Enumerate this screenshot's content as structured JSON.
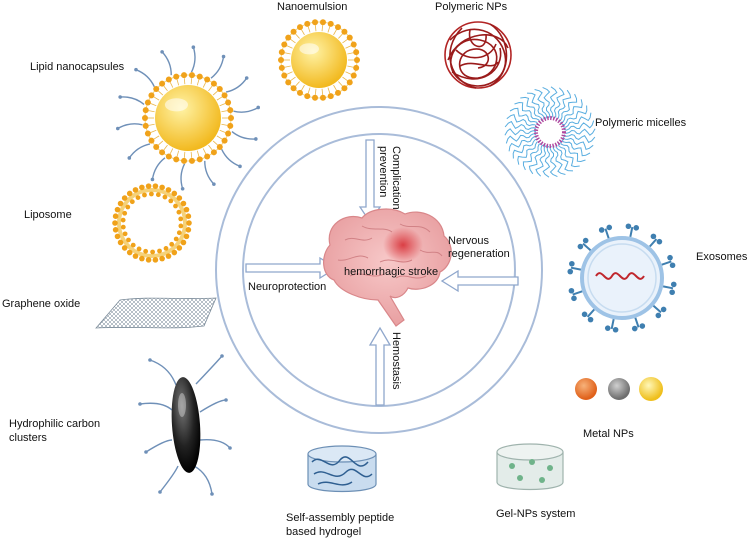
{
  "colors": {
    "ring": "#a9bcd9",
    "ring_fill": "#eef3fa",
    "lipid_head": "#f0a21a",
    "lipid_core": "#f7c934",
    "tail": "#6f90b8",
    "polymer": "#9a1b1b",
    "micelle_blue": "#5aaee0",
    "micelle_pink": "#b0479e",
    "brain": "#f1b6b6",
    "lesion": "#d9383e",
    "graphene": "#7c8c9a",
    "hydrogel": "#6c8fb5",
    "metal_orange": "#e8711f",
    "metal_grey": "#8a8a8a",
    "metal_gold": "#f3c525"
  },
  "center": {
    "stroke": "hemorrhagic stroke",
    "complication": "Complication prevention",
    "nervous": "Nervous regeneration",
    "neuroprotection": "Neuroprotection",
    "hemostasis": "Hemostasis"
  },
  "nanocarriers": {
    "nanoemulsion": "Nanoemulsion",
    "polymeric_nps": "Polymeric NPs",
    "lipid_nanocapsules": "Lipid nanocapsules",
    "polymeric_micelles": "Polymeric micelles",
    "liposome": "Liposome",
    "exosomes": "Exosomes",
    "graphene_oxide": "Graphene oxide",
    "hydrophilic_carbon": "Hydrophilic carbon clusters",
    "metal_nps": "Metal NPs",
    "peptide_hydrogel": "Self-assembly peptide based hydrogel",
    "gel_nps": "Gel-NPs system"
  }
}
